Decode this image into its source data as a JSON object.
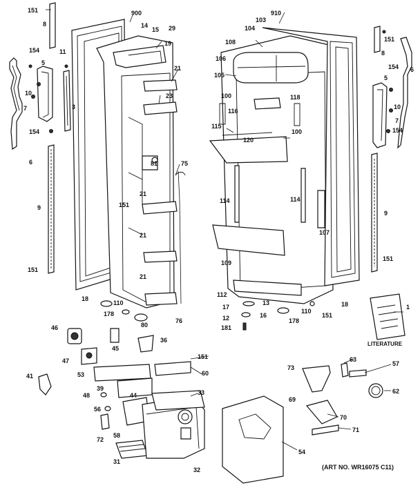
{
  "diagram": {
    "art_number": "(ART NO. WR16075 C11)",
    "literature_label": "LITERATURE",
    "callouts": [
      {
        "id": "c151a",
        "text": "151"
      },
      {
        "id": "c8a",
        "text": "8"
      },
      {
        "id": "c900",
        "text": "900"
      },
      {
        "id": "c14",
        "text": "14"
      },
      {
        "id": "c15",
        "text": "15"
      },
      {
        "id": "c29",
        "text": "29"
      },
      {
        "id": "c19",
        "text": "19"
      },
      {
        "id": "c154a",
        "text": "154"
      },
      {
        "id": "c11",
        "text": "11"
      },
      {
        "id": "c5a",
        "text": "5"
      },
      {
        "id": "c10a",
        "text": "10"
      },
      {
        "id": "c7a",
        "text": "7"
      },
      {
        "id": "c3",
        "text": "3"
      },
      {
        "id": "c154b",
        "text": "154"
      },
      {
        "id": "c6a",
        "text": "6"
      },
      {
        "id": "c21a",
        "text": "21"
      },
      {
        "id": "c23",
        "text": "23"
      },
      {
        "id": "c81",
        "text": "81"
      },
      {
        "id": "c75",
        "text": "75"
      },
      {
        "id": "c21b",
        "text": "21"
      },
      {
        "id": "c151b",
        "text": "151"
      },
      {
        "id": "c9a",
        "text": "9"
      },
      {
        "id": "c21c",
        "text": "21"
      },
      {
        "id": "c151c",
        "text": "151"
      },
      {
        "id": "c21d",
        "text": "21"
      },
      {
        "id": "c18a",
        "text": "18"
      },
      {
        "id": "c110a",
        "text": "110"
      },
      {
        "id": "c178a",
        "text": "178"
      },
      {
        "id": "c80",
        "text": "80"
      },
      {
        "id": "c76",
        "text": "76"
      },
      {
        "id": "c910",
        "text": "910"
      },
      {
        "id": "c103",
        "text": "103"
      },
      {
        "id": "c104",
        "text": "104"
      },
      {
        "id": "c108",
        "text": "108"
      },
      {
        "id": "c106",
        "text": "106"
      },
      {
        "id": "c105",
        "text": "105"
      },
      {
        "id": "c100a",
        "text": "100"
      },
      {
        "id": "c116",
        "text": "116"
      },
      {
        "id": "c118",
        "text": "118"
      },
      {
        "id": "c115",
        "text": "115"
      },
      {
        "id": "c100b",
        "text": "100"
      },
      {
        "id": "c120",
        "text": "120"
      },
      {
        "id": "c114a",
        "text": "114"
      },
      {
        "id": "c114b",
        "text": "114"
      },
      {
        "id": "c107",
        "text": "107"
      },
      {
        "id": "c109",
        "text": "109"
      },
      {
        "id": "c112",
        "text": "112"
      },
      {
        "id": "c17",
        "text": "17"
      },
      {
        "id": "c13",
        "text": "13"
      },
      {
        "id": "c12",
        "text": "12"
      },
      {
        "id": "c16",
        "text": "16"
      },
      {
        "id": "c181",
        "text": "181"
      },
      {
        "id": "c110b",
        "text": "110"
      },
      {
        "id": "c178b",
        "text": "178"
      },
      {
        "id": "c151d",
        "text": "151"
      },
      {
        "id": "c18b",
        "text": "18"
      },
      {
        "id": "c151e",
        "text": "151"
      },
      {
        "id": "c8b",
        "text": "8"
      },
      {
        "id": "c6b",
        "text": "6"
      },
      {
        "id": "c154c",
        "text": "154"
      },
      {
        "id": "c5b",
        "text": "5"
      },
      {
        "id": "c10b",
        "text": "10"
      },
      {
        "id": "c7b",
        "text": "7"
      },
      {
        "id": "c154d",
        "text": "154"
      },
      {
        "id": "c9b",
        "text": "9"
      },
      {
        "id": "c151f",
        "text": "151"
      },
      {
        "id": "c1",
        "text": "1"
      },
      {
        "id": "c46",
        "text": "46"
      },
      {
        "id": "c45",
        "text": "45"
      },
      {
        "id": "c36",
        "text": "36"
      },
      {
        "id": "c47",
        "text": "47"
      },
      {
        "id": "c151g",
        "text": "151"
      },
      {
        "id": "c60",
        "text": "60"
      },
      {
        "id": "c41",
        "text": "41"
      },
      {
        "id": "c53",
        "text": "53"
      },
      {
        "id": "c39",
        "text": "39"
      },
      {
        "id": "c44",
        "text": "44"
      },
      {
        "id": "c33",
        "text": "33"
      },
      {
        "id": "c48",
        "text": "48"
      },
      {
        "id": "c56",
        "text": "56"
      },
      {
        "id": "c72",
        "text": "72"
      },
      {
        "id": "c58",
        "text": "58"
      },
      {
        "id": "c31",
        "text": "31"
      },
      {
        "id": "c32",
        "text": "32"
      },
      {
        "id": "c73",
        "text": "73"
      },
      {
        "id": "c63",
        "text": "63"
      },
      {
        "id": "c57",
        "text": "57"
      },
      {
        "id": "c62",
        "text": "62"
      },
      {
        "id": "c69",
        "text": "69"
      },
      {
        "id": "c70",
        "text": "70"
      },
      {
        "id": "c71",
        "text": "71"
      },
      {
        "id": "c54",
        "text": "54"
      }
    ]
  }
}
